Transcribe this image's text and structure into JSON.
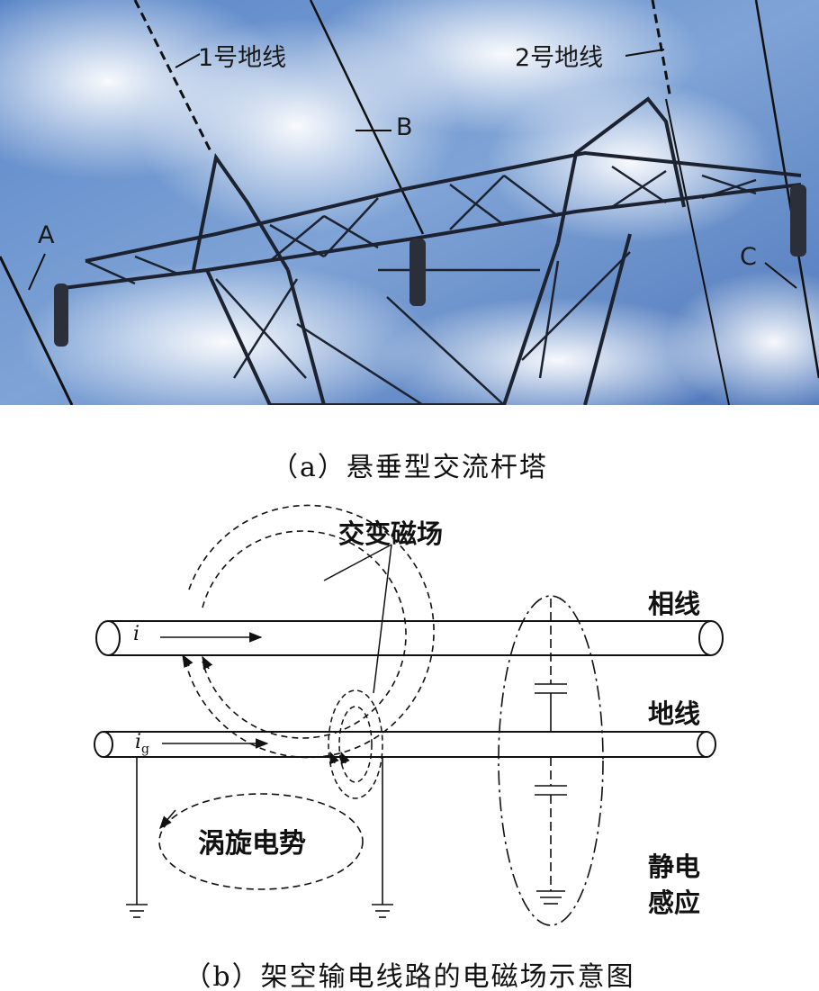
{
  "photo": {
    "labels": {
      "ground_wire_1": "1号地线",
      "ground_wire_2": "2号地线",
      "phase_a": "A",
      "phase_b": "B",
      "phase_c": "C"
    },
    "colors": {
      "sky_top": "#4a78c0",
      "sky_bottom": "#a9c4e6",
      "cloud": "#f2f5fa",
      "steel": "#1c2230"
    }
  },
  "caption_a": "（a）悬垂型交流杆塔",
  "diagram": {
    "labels": {
      "alternating_field": "交变磁场",
      "phase_line": "相线",
      "ground_line": "地线",
      "eddy_emf": "涡旋电势",
      "static_induction_1": "静电",
      "static_induction_2": "感应"
    },
    "currents": {
      "phase_symbol": "i",
      "ground_symbol": "i",
      "ground_subscript": "g"
    }
  },
  "caption_b": "（b）架空输电线路的电磁场示意图"
}
